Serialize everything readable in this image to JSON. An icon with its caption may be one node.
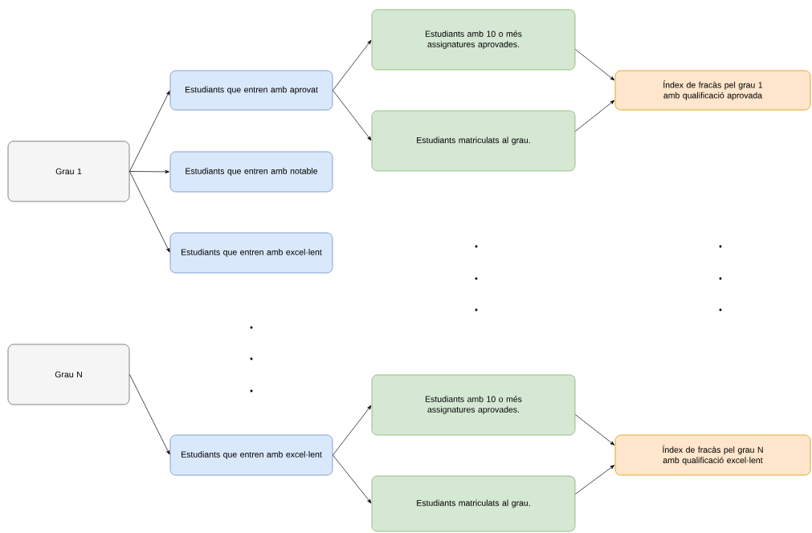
{
  "diagram": {
    "nodes": [
      {
        "text": [
          "Grau 1"
        ]
      },
      {
        "text": [
          "Estudiants que entren amb aprovat"
        ]
      },
      {
        "text": [
          "Estudiants que entren amb notable"
        ]
      },
      {
        "text": [
          "Estudiants que entren amb excel·lent"
        ]
      },
      {
        "text": [
          "Estudiants amb 10 o més assignatures aprovades."
        ]
      },
      {
        "text": [
          "Estudiants matriculats al grau."
        ]
      },
      {
        "text": [
          "Índex de fracàs pel grau 1 amb qualificació aprovada"
        ]
      },
      {
        "text": [
          "Grau N"
        ]
      },
      {
        "text": [
          "Estudiants que entren amb excel·lent"
        ]
      },
      {
        "text": [
          "Estudiants amb 10 o més assignatures aprovades."
        ]
      },
      {
        "text": [
          "Estudiants matriculats al grau."
        ]
      },
      {
        "text": [
          "Índex de fracàs pel grau N amb qualificació excel·lent"
        ]
      }
    ],
    "edges": [
      {
        "from": 0,
        "to": 1,
        "arrow": "to"
      },
      {
        "from": 0,
        "to": 2,
        "arrow": "to"
      },
      {
        "from": 0,
        "to": 3,
        "arrow": "to"
      },
      {
        "from": 1,
        "to": 4,
        "arrow": "to"
      },
      {
        "from": 1,
        "to": 5,
        "arrow": "to"
      },
      {
        "from": 4,
        "to": 6,
        "arrow": "to"
      },
      {
        "from": 5,
        "to": 6,
        "arrow": "to"
      },
      {
        "from": 7,
        "to": 8,
        "arrow": "to"
      },
      {
        "from": 8,
        "to": 9,
        "arrow": "to"
      },
      {
        "from": 8,
        "to": 10,
        "arrow": "to"
      },
      {
        "from": 9,
        "to": 11,
        "arrow": "to"
      },
      {
        "from": 10,
        "to": 11,
        "arrow": "to"
      }
    ]
  }
}
